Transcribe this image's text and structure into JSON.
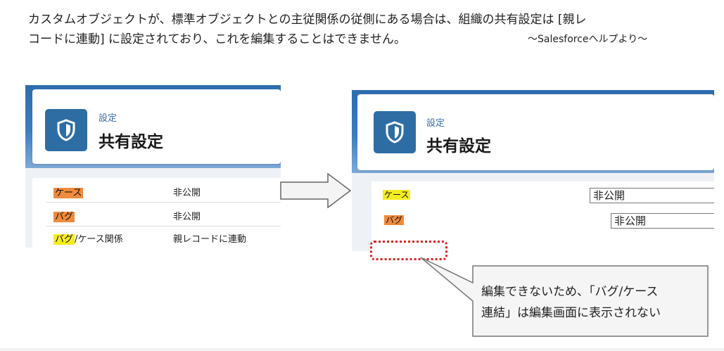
{
  "caption": {
    "line1": "カスタムオブジェクトが、標準オブジェクトとの主従関係の従側にある場合は、組織の共有設定は [親レ",
    "line2": "コードに連動] に設定されており、これを編集することはできません。",
    "source": "～Salesforceヘルプより～"
  },
  "left_screen": {
    "kicker": "設定",
    "title": "共有設定",
    "rows": [
      {
        "object": "ケース",
        "access": "非公開"
      },
      {
        "object": "バグ",
        "access": "非公開"
      },
      {
        "object_highlight": "バグ",
        "object_rest": "/ケース関係",
        "access": "親レコードに連動"
      }
    ]
  },
  "right_screen": {
    "kicker": "設定",
    "title": "共有設定",
    "fields": [
      {
        "label": "ケース",
        "value": "非公開"
      },
      {
        "label": "バグ",
        "value": "非公開"
      }
    ]
  },
  "callout": {
    "line1": "編集できないため、「バグ/ケース",
    "line2": "連結」は編集画面に表示されない"
  },
  "icons": {
    "screen_icon": "shield-icon",
    "arrow": "right-arrow-icon"
  },
  "colors": {
    "highlight_orange": "#f08a3c",
    "highlight_yellow": "#f5ec1e",
    "brand_blue": "#2e6da4",
    "dots_red": "#e02020"
  }
}
